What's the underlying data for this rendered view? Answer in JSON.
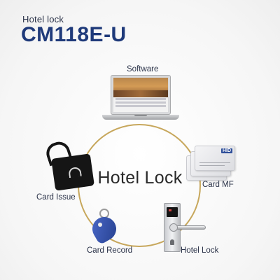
{
  "header": {
    "subtitle": "Hotel lock",
    "model": "CM118E-U"
  },
  "diagram": {
    "center_label": "Hotel Lock",
    "ring_color": "#c7a75c",
    "nodes": {
      "software": "Software",
      "card_mf": "Card MF",
      "card_issue": "Card Issue",
      "card_record": "Card Record",
      "hotel_lock": "Hotel Lock"
    }
  },
  "card": {
    "badge": "HID"
  },
  "colors": {
    "title": "#1f3a7a",
    "text": "#2a3248",
    "fob": "#3552b0"
  },
  "icons": [
    "laptop-icon",
    "card-icon",
    "card-issuer-icon",
    "key-fob-icon",
    "door-lock-icon"
  ]
}
